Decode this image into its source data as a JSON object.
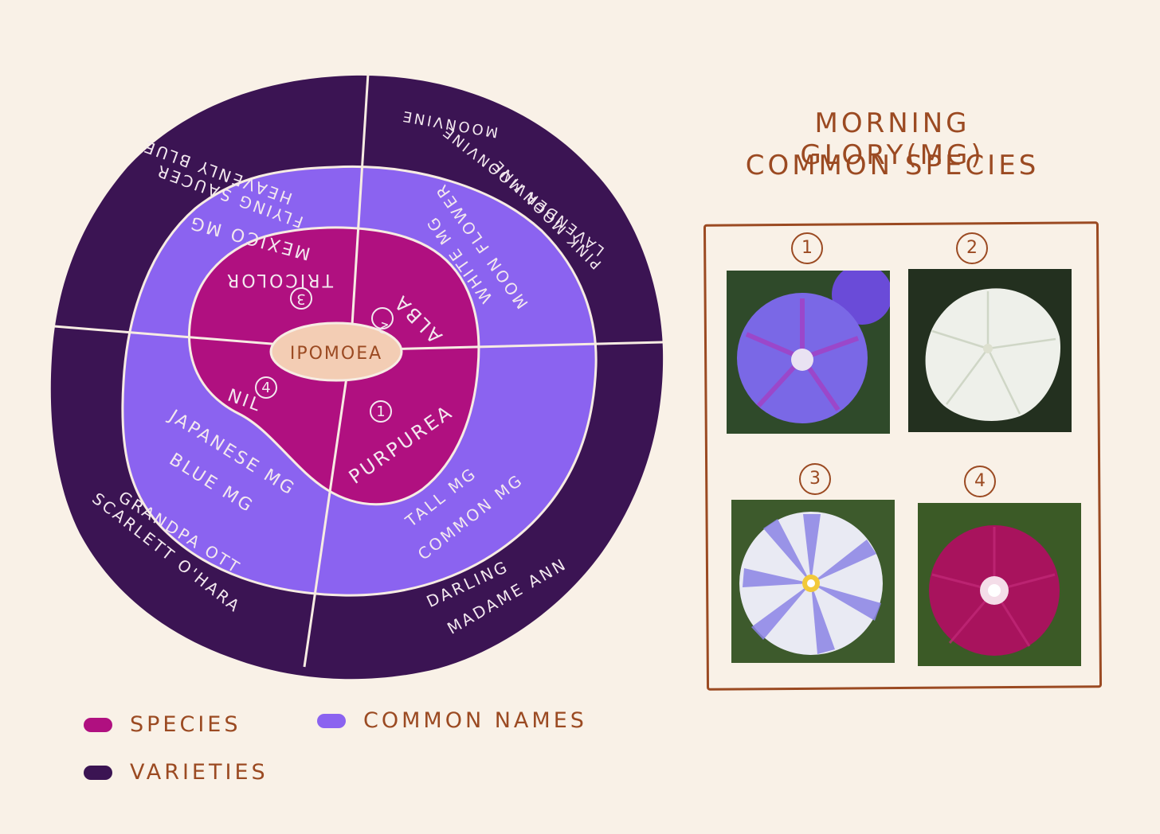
{
  "title": {
    "line1": "MORNING GLORY(MG)",
    "line2": "COMMON SPECIES"
  },
  "center": "IPOMOEA",
  "species": [
    {
      "num": "1",
      "name": "PURPUREA"
    },
    {
      "num": "2",
      "name": "ALBA"
    },
    {
      "num": "3",
      "name": "TRICOLOR"
    },
    {
      "num": "4",
      "name": "NIL"
    }
  ],
  "common_names": {
    "tricolor": "MEXICO MG",
    "alba_1": "WHITE MG",
    "alba_2": "MOON FLOWER",
    "nil_1": "JAPANESE MG",
    "nil_2": "BLUE MG",
    "purpurea_1": "TALL MG",
    "purpurea_2": "COMMON MG"
  },
  "varieties": {
    "tricolor_1": "HEAVENLY BLUE",
    "tricolor_2": "FLYING SAUCER",
    "alba_1": "MOONVINE",
    "alba_2": "LAVENDER MOONVINE",
    "alba_3": "PINK MOONVINE",
    "nil_1": "GRANDPA OTT",
    "nil_2": "SCARLETT O'HARA",
    "purpurea_1": "DARLING",
    "purpurea_2": "MADAME ANN"
  },
  "photos": [
    {
      "num": "1",
      "flower": "purple-blue-flower"
    },
    {
      "num": "2",
      "flower": "white-flower"
    },
    {
      "num": "3",
      "flower": "striped-blue-white-flower"
    },
    {
      "num": "4",
      "flower": "magenta-flower"
    }
  ],
  "legend": {
    "species": "SPECIES",
    "common": "COMMON NAMES",
    "varieties": "VARIETIES"
  },
  "colors": {
    "background": "#f9f1e7",
    "varieties": "#3b1453",
    "common_names": "#8b63f0",
    "species": "#b01080",
    "center": "#f3cdb4",
    "ink": "#9b4a22"
  }
}
